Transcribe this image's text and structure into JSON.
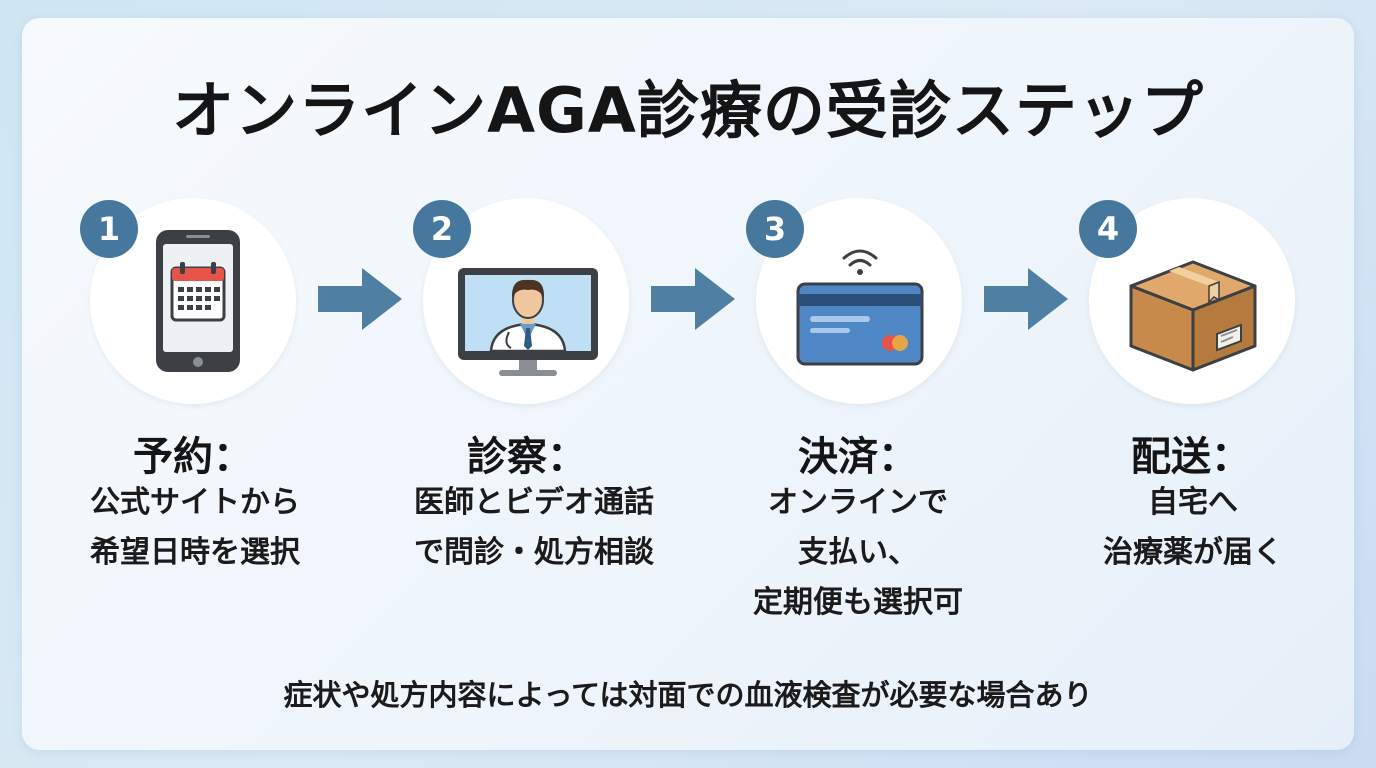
{
  "title": "オンラインAGA診療の受診ステップ",
  "steps": [
    {
      "number": "1",
      "heading": "予約：",
      "lines": [
        "公式サイトから",
        "希望日時を選択"
      ],
      "icon": "smartphone-calendar-icon"
    },
    {
      "number": "2",
      "heading": "診察：",
      "lines": [
        "医師とビデオ通話",
        "で問診・処方相談"
      ],
      "icon": "video-call-doctor-icon"
    },
    {
      "number": "3",
      "heading": "決済：",
      "lines": [
        "オンラインで",
        "支払い、",
        "定期便も選択可"
      ],
      "icon": "contactless-credit-card-icon"
    },
    {
      "number": "4",
      "heading": "配送：",
      "lines": [
        "自宅へ",
        "治療薬が届く"
      ],
      "icon": "shipping-box-icon"
    }
  ],
  "footnote": "症状や処方内容によっては対面での血液検査が必要な場合あり",
  "colors": {
    "accent": "#46789d",
    "arrow": "#4f7fa3",
    "circle": "#ffffff",
    "text": "#151515"
  }
}
